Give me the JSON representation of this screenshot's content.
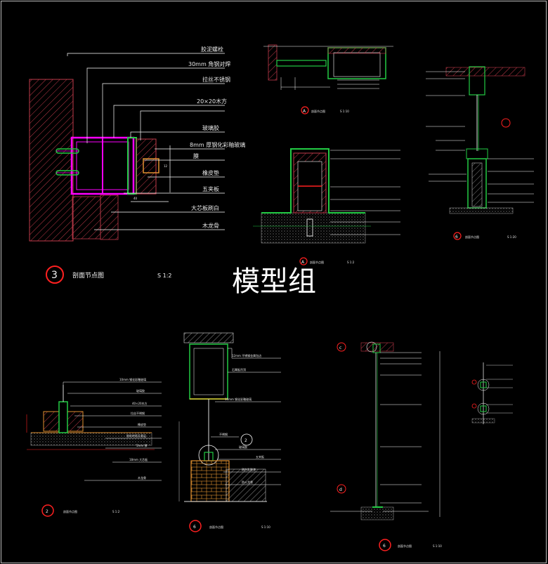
{
  "watermark": "模型组",
  "colors": {
    "background": "#000000",
    "hatch": "#c03a4a",
    "steel": "#ff00ff",
    "green": "#22cc44",
    "yellow": "#e0c030",
    "orange": "#e09030",
    "leader": "#ffffff",
    "marker": "#ff2020"
  },
  "detail_3": {
    "number": "3",
    "title": "剖面节点图",
    "scale": "S 1:2",
    "callouts": [
      "胶泥螺栓",
      "30mm 角钢对焊",
      "拉丝不锈钢",
      "20×20木方",
      "玻璃胶",
      "8mm 厚钢化彩釉玻璃",
      "膜",
      "橡皮垫",
      "五夹板",
      "大芯板刷白",
      "木龙骨"
    ],
    "dims": [
      "12",
      "40"
    ]
  },
  "detail_a_top": {
    "letter": "A",
    "title": "剖面节点图",
    "scale": "S 1:10"
  },
  "detail_a_mid": {
    "letter": "A",
    "title": "剖面节点图",
    "scale": "S 1:2"
  },
  "detail_b": {
    "number": "6",
    "title": "剖面节点图",
    "scale": "S 1:20"
  },
  "detail_2": {
    "number": "2",
    "title": "剖面节点图",
    "scale": "S 1:2",
    "callouts": [
      "10mm 钢化彩釉玻璃",
      "玻璃胶",
      "40×20木方",
      "拉丝不锈钢",
      "橡皮垫",
      "胶粘地毯及基层",
      "5mm 厚",
      "18mm 大芯板",
      "木龙骨"
    ]
  },
  "detail_6a": {
    "number": "6",
    "title": "剖面节点图",
    "scale": "S 1:10",
    "circle": "2",
    "callouts": [
      "12mm 不锈钢金属包边",
      "石膏板吊顶",
      "10mm 钢化彩釉玻璃",
      "不锈钢",
      "玻璃胶",
      "五夹板",
      "刷白乳胶漆",
      "防火龙骨"
    ]
  },
  "detail_6b": {
    "number": "6",
    "title": "剖面节点图",
    "scale": "S 1:10",
    "circle_c": "c",
    "circle_d": "d"
  }
}
